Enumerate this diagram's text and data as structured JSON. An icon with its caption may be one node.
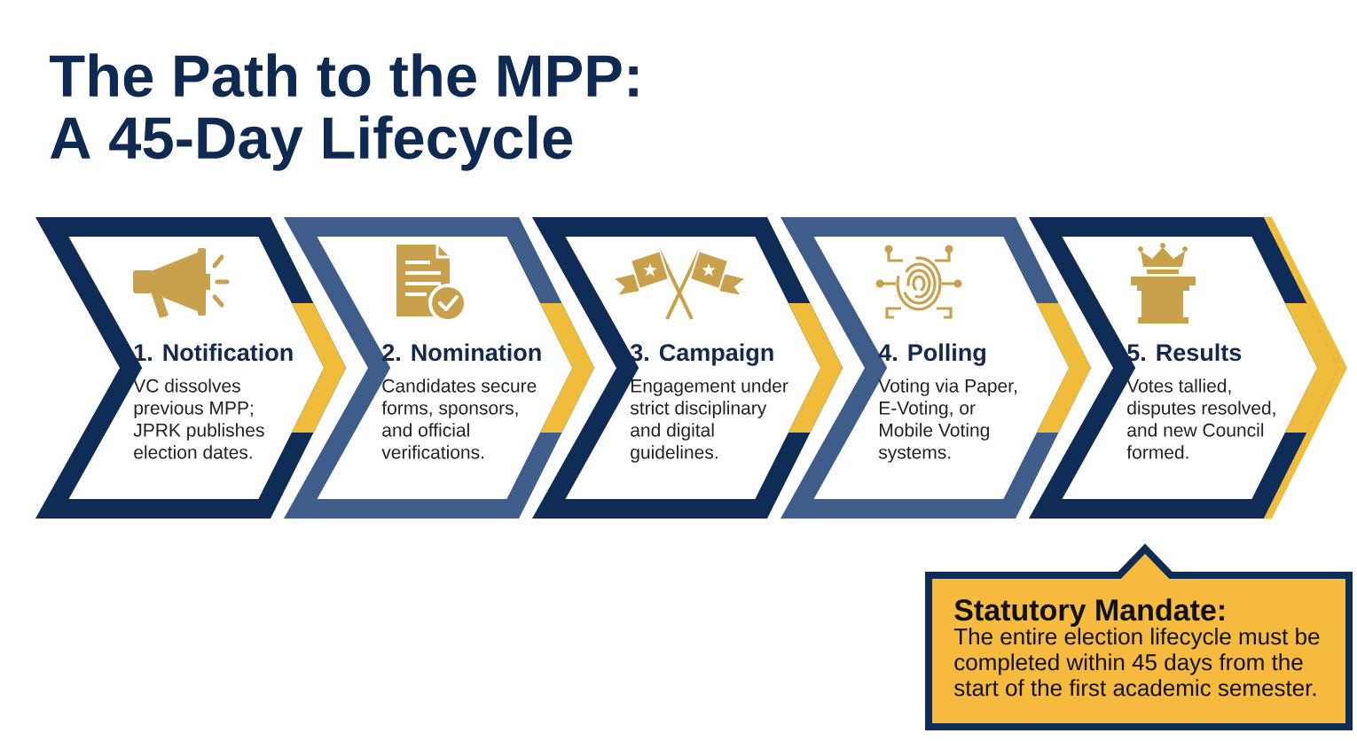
{
  "diagram": {
    "title": "The Path to the MPP: A 45-Day Lifecycle",
    "nodes": [
      {
        "text": [
          "1. Notification",
          "VC dissolves previous MPP; JPRK publishes election dates."
        ]
      },
      {
        "text": [
          "2. Nomination",
          "Candidates secure forms, sponsors, and official verifications."
        ]
      },
      {
        "text": [
          "3. Campaign",
          "Engagement under strict disciplinary and digital guidelines."
        ]
      },
      {
        "text": [
          "4. Polling",
          "Voting via Paper, E-Voting, or Mobile Voting systems."
        ]
      },
      {
        "text": [
          "5. Results",
          "Votes tallied, disputes resolved, and new Council formed."
        ]
      },
      {
        "text": [
          "Statutory Mandate:",
          "The entire election lifecycle must be completed within 45 days from the start of the first academic semester."
        ]
      }
    ]
  }
}
